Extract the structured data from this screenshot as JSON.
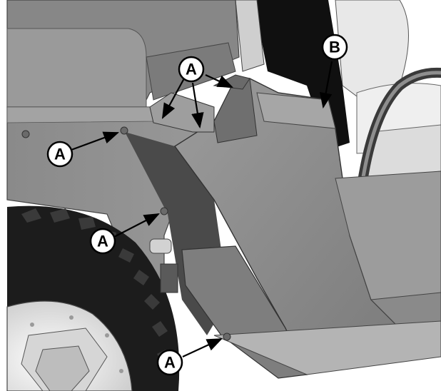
{
  "callouts": {
    "a1": "A",
    "a2": "A",
    "a3": "A",
    "a4": "A",
    "b1": "B"
  },
  "colors": {
    "background": "#ffffff",
    "body_panel": "#8c8c8c",
    "panel_dark": "#6e6e6e",
    "panel_light": "#a9a9a9",
    "tire": "#1e1e1e",
    "seat": "#e6e6e6",
    "line": "#000000"
  }
}
